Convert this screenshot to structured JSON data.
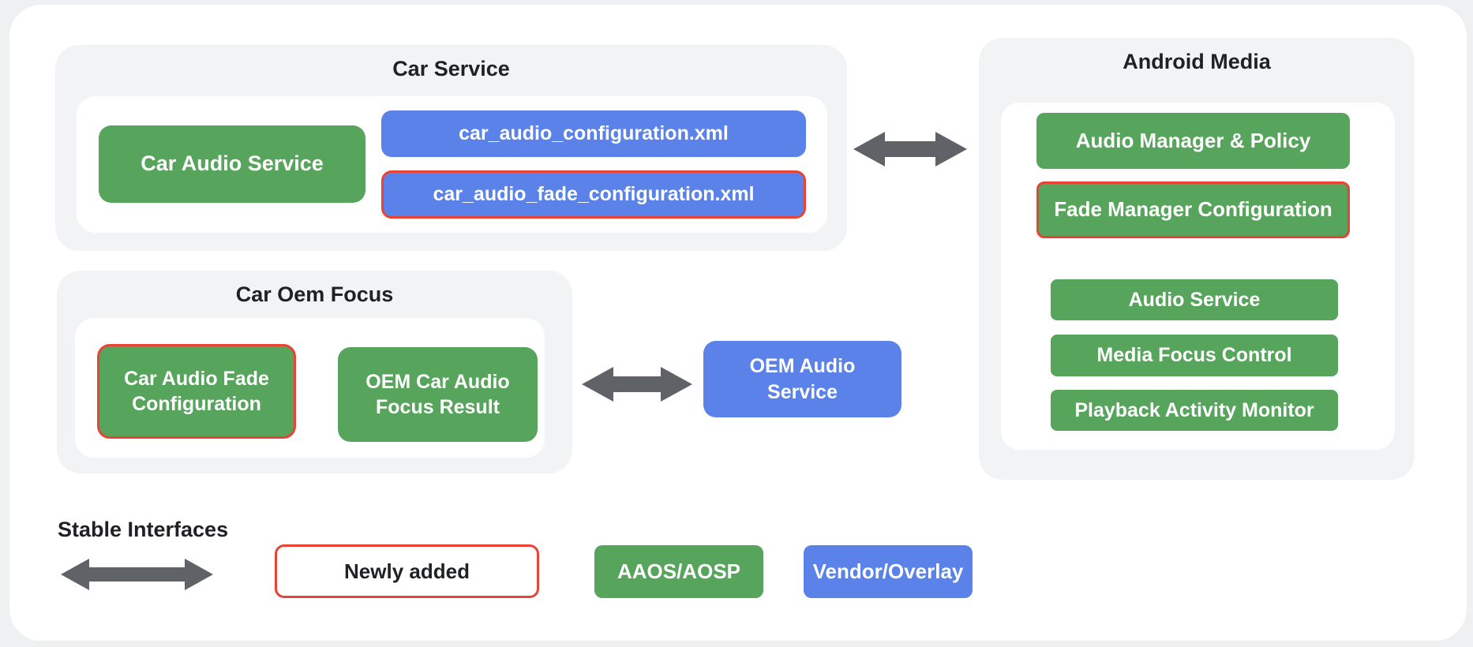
{
  "palette": {
    "green_aaos": "#57a45c",
    "blue_vendor": "#5a82e8",
    "red_new": "#e94335",
    "arrow_gray": "#5f6368",
    "text_dark": "#202124",
    "section_bg": "#f2f3f4",
    "card_bg": "#ffffff",
    "page_bg": "#eef0f2"
  },
  "groups": {
    "car_service": {
      "title": "Car Service",
      "car_audio_service": "Car Audio Service",
      "config_xml": "car_audio_configuration.xml",
      "fade_config_xml": "car_audio_fade_configuration.xml"
    },
    "android_media": {
      "title": "Android Media",
      "items": [
        "Audio Manager & Policy",
        "Fade Manager Configuration",
        "Audio Service",
        "Media Focus Control",
        "Playback Activity Monitor"
      ]
    },
    "car_oem_focus": {
      "title": "Car Oem Focus",
      "fade_configuration": "Car Audio Fade Configuration",
      "focus_result": "OEM Car Audio Focus Result"
    }
  },
  "oem_audio_service": "OEM Audio Service",
  "legend": {
    "stable_interfaces": "Stable Interfaces",
    "newly_added": "Newly added",
    "aaos_aosp": "AAOS/AOSP",
    "vendor_overlay": "Vendor/Overlay"
  },
  "icons": {
    "double_arrow": "double-arrow-icon"
  }
}
